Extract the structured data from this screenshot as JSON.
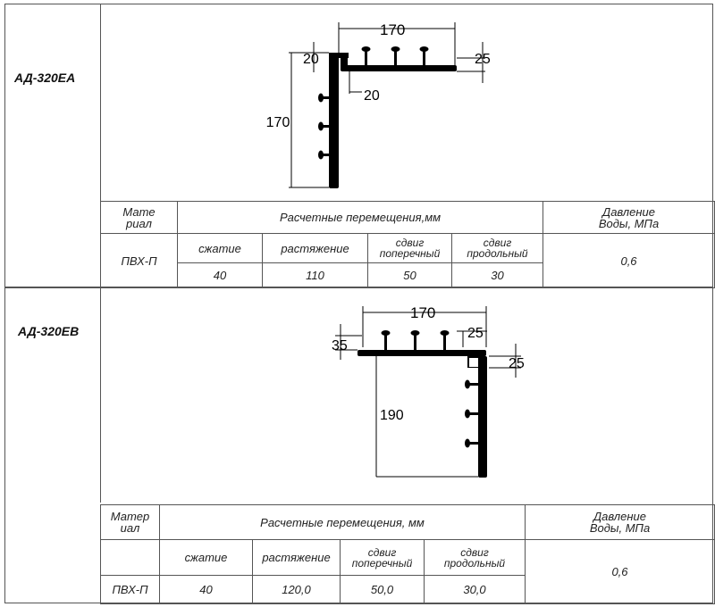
{
  "sections": [
    {
      "model": "АД-320ЕА",
      "dimensions": {
        "width": "170",
        "left": "20",
        "right": "25",
        "inner": "20",
        "height": "170"
      },
      "table": {
        "material_header": [
          "Мате",
          "риал"
        ],
        "displacement_header": "Расчетные перемещения,мм",
        "pressure_header": [
          "Давление",
          "Воды, МПа"
        ],
        "col_compression": "сжатие",
        "col_tension": "растяжение",
        "col_shear_transverse": [
          "сдвиг",
          "поперечный"
        ],
        "col_shear_longitudinal": [
          "сдвиг",
          "продольный"
        ],
        "material": "ПВХ-П",
        "compression": "40",
        "tension": "110",
        "shear_transverse": "50",
        "shear_longitudinal": "30",
        "pressure": "0,6"
      }
    },
    {
      "model": "АД-320ЕВ",
      "dimensions": {
        "width": "170",
        "left": "35",
        "right_top": "25",
        "right_side": "25",
        "height": "190"
      },
      "table": {
        "material_header": [
          "Матер",
          "иал"
        ],
        "displacement_header": "Расчетные перемещения, мм",
        "pressure_header": [
          "Давление",
          "Воды, МПа"
        ],
        "col_compression": "сжатие",
        "col_tension": "растяжение",
        "col_shear_transverse": [
          "сдвиг",
          "поперечный"
        ],
        "col_shear_longitudinal": [
          "сдвиг",
          "продольный"
        ],
        "material": "ПВХ-П",
        "compression": "40",
        "tension": "120,0",
        "shear_transverse": "50,0",
        "shear_longitudinal": "30,0",
        "pressure": "0,6"
      }
    }
  ]
}
